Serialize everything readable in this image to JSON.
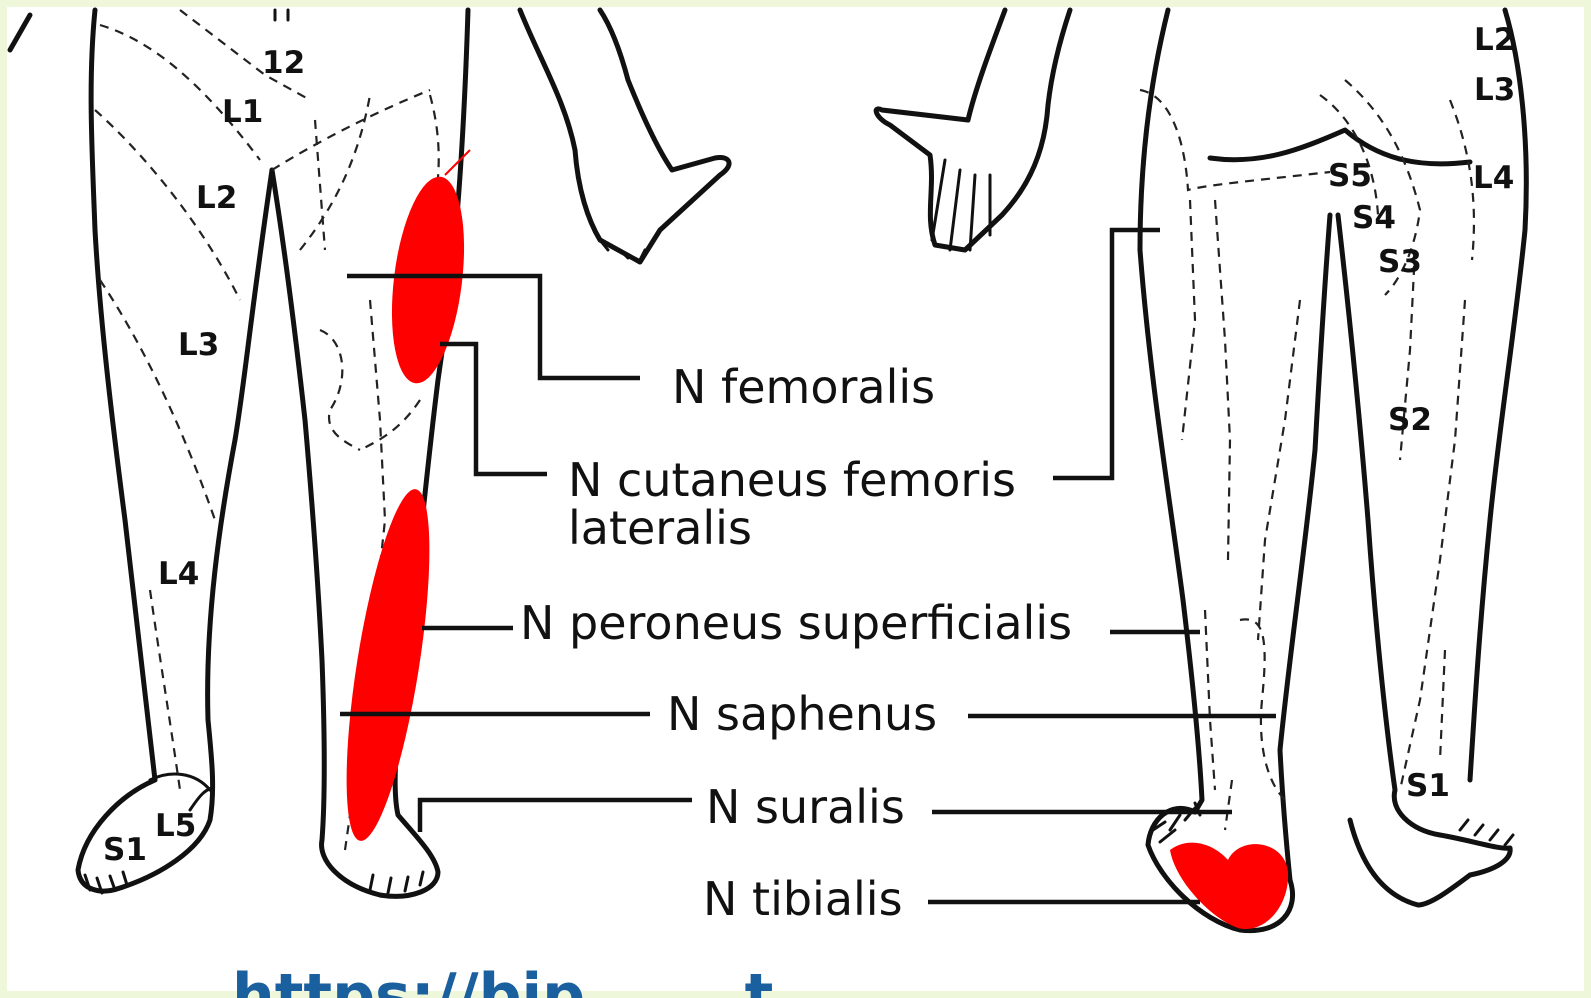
{
  "colors": {
    "highlight": "#ff0000",
    "line": "#111111",
    "caption": "#1a5f9e",
    "border_tint": "#eef7d9"
  },
  "dermatomes_front": {
    "t12": "12",
    "l1": "L1",
    "l2": "L2",
    "l3": "L3",
    "l4": "L4",
    "l5": "L5",
    "s1": "S1"
  },
  "dermatomes_back": {
    "l2": "L2",
    "l3": "L3",
    "l4": "L4",
    "s5": "S5",
    "s4": "S4",
    "s3": "S3",
    "s2": "S2",
    "s1": "S1"
  },
  "nerves": {
    "femoralis": "N femoralis",
    "cutaneus_line1": "N cutaneus femoris",
    "cutaneus_line2": "lateralis",
    "peroneus": "N peroneus superficialis",
    "saphenus": "N saphenus",
    "suralis": "N suralis",
    "tibialis": "N tibialis"
  },
  "caption_partial": "https://bip.......t......"
}
